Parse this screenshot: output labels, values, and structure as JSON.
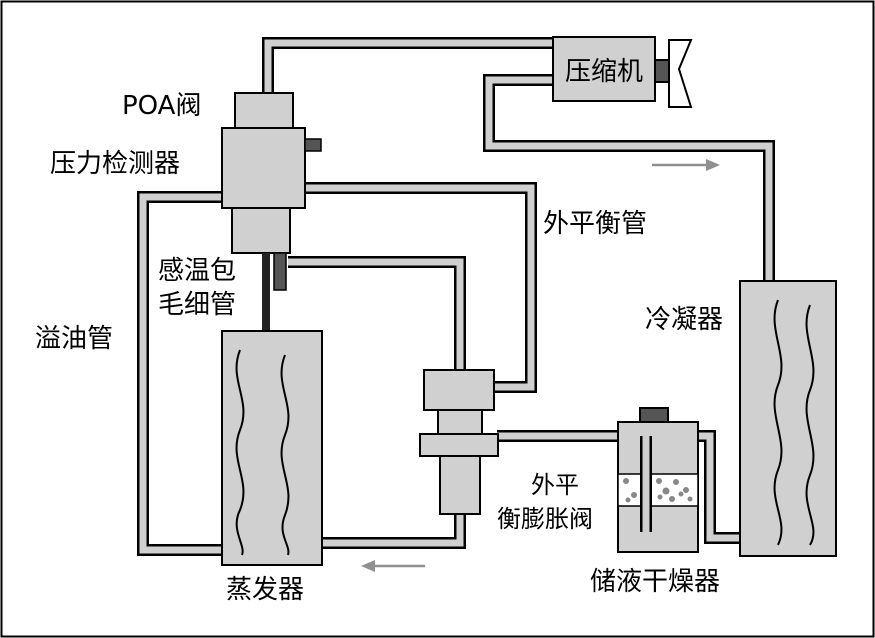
{
  "labels": {
    "poa_valve": "POA阀",
    "pressure_detector": "压力检测器",
    "compressor": "压缩机",
    "external_balance_pipe": "外平衡管",
    "sensing_bulb": "感温包",
    "capillary": "毛细管",
    "oil_overflow_pipe": "溢油管",
    "condenser": "冷凝器",
    "expansion_valve_line1": "外平",
    "expansion_valve_line2": "衡膨胀阀",
    "evaporator": "蒸发器",
    "receiver_drier": "储液干燥器"
  },
  "colors": {
    "component_fill": "#d0d0d0",
    "pipe_fill": "#d0d0d0",
    "outline": "#000000",
    "flow_arrow": "#909090"
  },
  "icons": {
    "flow_arrow_top": "arrow-right-icon",
    "flow_arrow_bottom": "arrow-left-icon"
  }
}
